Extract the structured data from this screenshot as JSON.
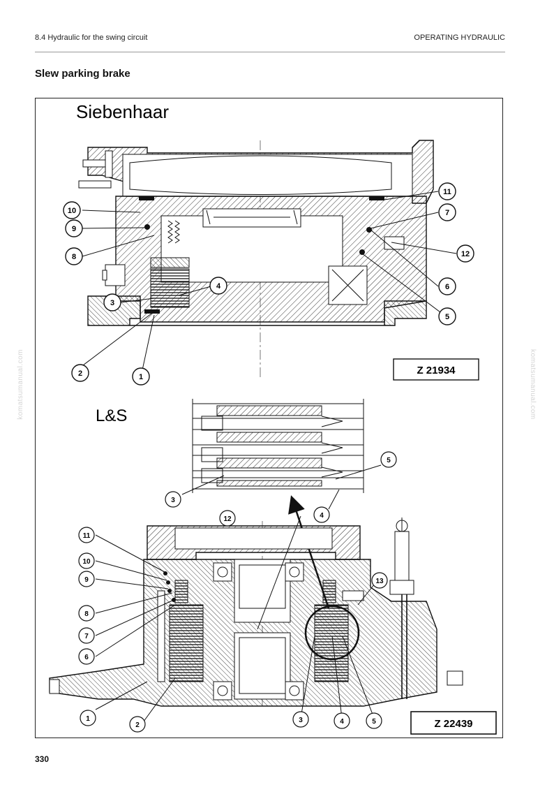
{
  "header": {
    "section": "8.4 Hydraulic for the swing circuit",
    "chapter": "OPERATING HYDRAULIC"
  },
  "title": "Slew parking brake",
  "page_number": "330",
  "watermark": "komatsumanual.com",
  "figure_top": {
    "maker": "Siebenhaar",
    "code": "Z 21934",
    "callouts": [
      "1",
      "2",
      "3",
      "4",
      "5",
      "6",
      "7",
      "8",
      "9",
      "10",
      "11",
      "12"
    ]
  },
  "figure_bottom": {
    "maker": "L&S",
    "code": "Z 22439",
    "callouts": [
      "1",
      "2",
      "3",
      "4",
      "5",
      "6",
      "7",
      "8",
      "9",
      "10",
      "11",
      "12",
      "13"
    ],
    "detail_callouts": [
      "3",
      "4",
      "5"
    ]
  }
}
